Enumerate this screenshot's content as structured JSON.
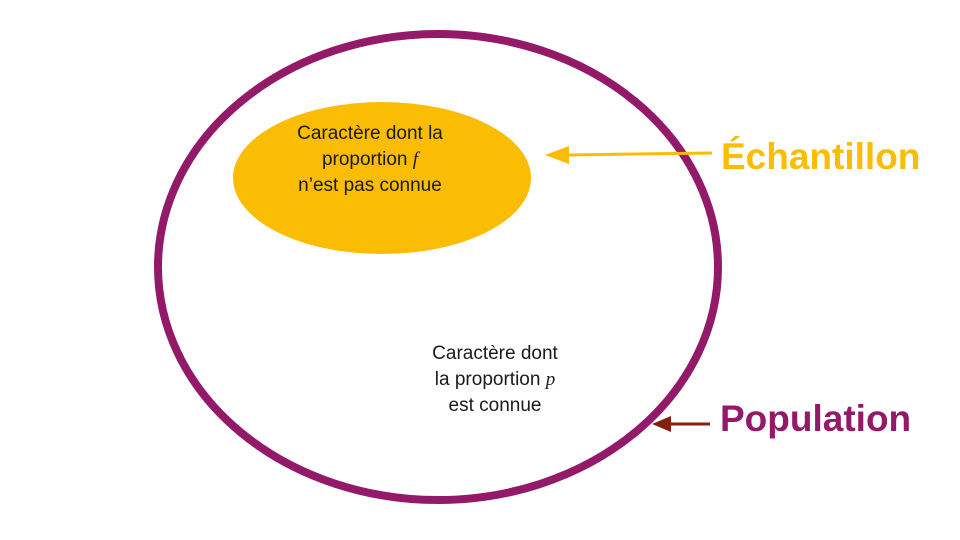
{
  "colors": {
    "population": "#931a68",
    "sample": "#fbbc04",
    "population_arrow": "#85200c",
    "text": "#1a1a1a",
    "background": "#ffffff"
  },
  "sample": {
    "line1": "Caractère dont la",
    "line2_prefix": "proportion ",
    "line2_var": "f",
    "line3": "n’est pas connue",
    "label": "Échantillon"
  },
  "population": {
    "line1": "Caractère dont",
    "line2_prefix": "la proportion ",
    "line2_var": "p",
    "line3": "est connue",
    "label": "Population"
  }
}
